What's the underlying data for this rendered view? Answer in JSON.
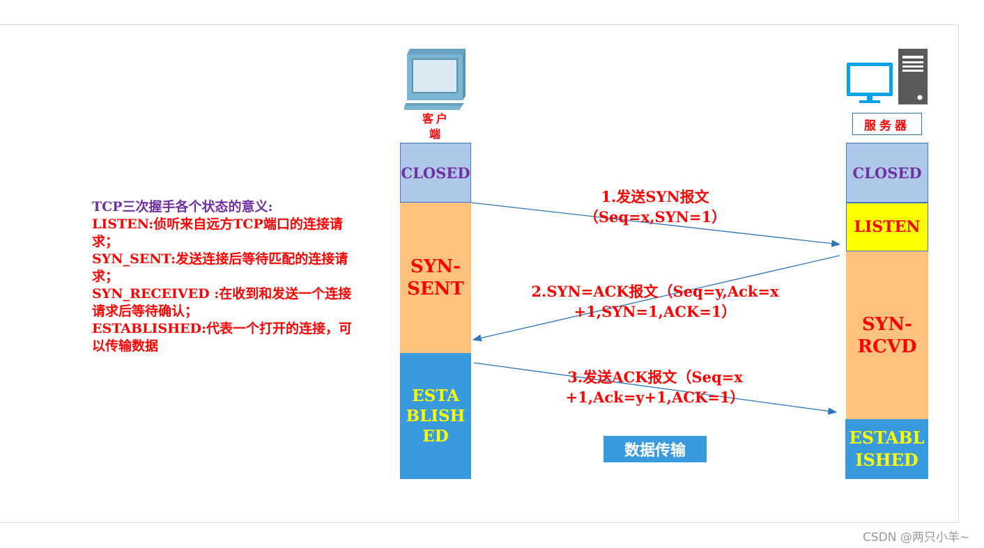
{
  "client": {
    "label": "客户端",
    "states": {
      "closed": "CLOSED",
      "syn_sent": "SYN-SENT",
      "established": "ESTABLISHED"
    }
  },
  "server": {
    "label": "服务器",
    "states": {
      "closed": "CLOSED",
      "listen": "LISTEN",
      "syn_rcvd": "SYN-RCVD",
      "established": "ESTABLISHED"
    }
  },
  "messages": {
    "step1_line1": "1.发送SYN报文",
    "step1_line2": "（Seq=x,SYN=1）",
    "step2_line1": "2.SYN=ACK报文（Seq=y,Ack=x",
    "step2_line2": "+1,SYN=1,ACK=1）",
    "step3_line1": "3.发送ACK报文（Seq=x",
    "step3_line2": "+1,Ack=y+1,ACK=1）"
  },
  "data_transfer": "数据传输",
  "legend": {
    "title": "TCP三次握手各个状态的意义:",
    "lines": [
      "LISTEN:侦听来自远方TCP端口的连接请",
      "求；",
      "SYN_SENT:发送连接后等待匹配的连接请",
      "求；",
      "SYN_RECEIVED :在收到和发送一个连接",
      "请求后等待确认；",
      "ESTABLISHED:代表一个打开的连接，可",
      "以传输数据"
    ]
  },
  "watermark": "CSDN @两只小羊~",
  "colors": {
    "closed_bg": "#aec8ea",
    "syn_bg": "#fdc37e",
    "established_bg": "#3a9ade",
    "listen_bg": "#ffff00",
    "arrow": "#2e75b6",
    "text_red": "#ff0000",
    "text_purple": "#7030a0"
  }
}
